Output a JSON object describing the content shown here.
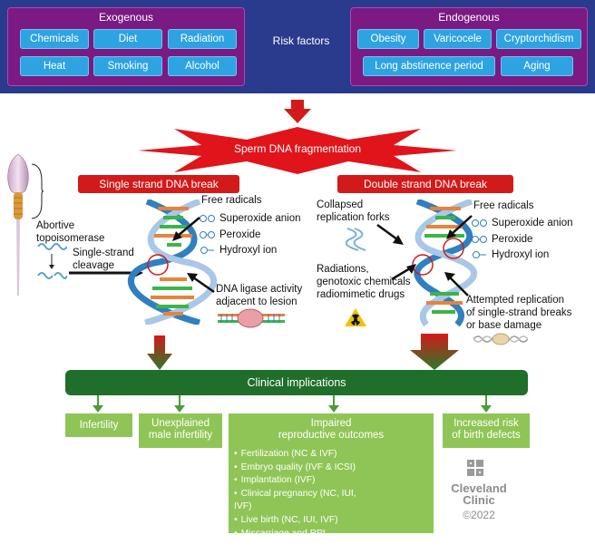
{
  "risk_factors": {
    "center_label": "Risk factors",
    "exogenous": {
      "title": "Exogenous",
      "items": [
        "Chemicals",
        "Diet",
        "Radiation",
        "Heat",
        "Smoking",
        "Alcohol"
      ]
    },
    "endogenous": {
      "title": "Endogenous",
      "items": [
        "Obesity",
        "Varicocele",
        "Cryptorchidism",
        "Long abstinence period",
        "Aging"
      ]
    }
  },
  "fragmentation": {
    "title": "Sperm DNA fragmentation",
    "single": {
      "title": "Single strand DNA break",
      "abortive": "Abortive\ntopoisomerase",
      "cleavage": "Single-strand\ncleavage",
      "free_radicals": "Free radicals",
      "radicals": [
        "Superoxide anion",
        "Peroxide",
        "Hydroxyl ion"
      ],
      "ligase": "DNA ligase activity\nadjacent to lesion"
    },
    "double": {
      "title": "Double strand DNA break",
      "collapsed": "Collapsed\nreplication forks",
      "free_radicals": "Free radicals",
      "radicals": [
        "Superoxide anion",
        "Peroxide",
        "Hydroxyl ion"
      ],
      "radiations": "Radiations,\ngenotoxic chemicals\nradiomimetic drugs",
      "attempted": "Attempted replication\nof single-strand breaks\nor base damage"
    }
  },
  "clinical": {
    "title": "Clinical implications",
    "infertility": "Infertility",
    "unexplained": "Unexplained\nmale infertility",
    "impaired": "Impaired\nreproductive outcomes",
    "outcomes": [
      "Fertilization (NC & IVF)",
      "Embryo quality (IVF & ICSI)",
      "Implantation (IVF)",
      "Clinical pregnancy (NC, IUI, IVF)",
      "Live birth (NC, IUI, IVF)",
      "Miscarriage and RPL (NC,IUI,IVF, ICSI)"
    ],
    "birth_defects": "Increased risk\nof birth defects"
  },
  "brand": {
    "name": "Cleveland\nClinic",
    "copyright": "©2022"
  },
  "colors": {
    "risk_band": "#2a3a8c",
    "risk_panel": "#7a1a82",
    "pill": "#2ea3e2",
    "red": "#d31a1a",
    "dark_green": "#1f6e2a",
    "light_green": "#8fc556"
  }
}
